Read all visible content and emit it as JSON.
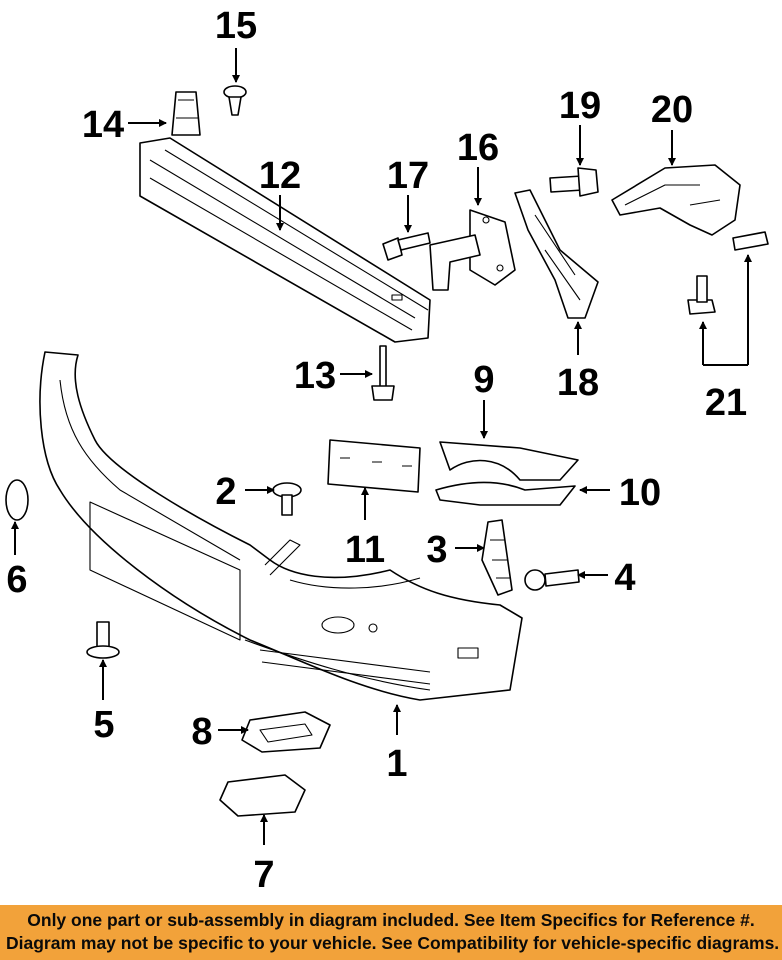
{
  "callouts": [
    "1",
    "2",
    "3",
    "4",
    "5",
    "6",
    "7",
    "8",
    "9",
    "10",
    "11",
    "12",
    "13",
    "14",
    "15",
    "16",
    "17",
    "18",
    "19",
    "20",
    "21"
  ],
  "banner": {
    "line1": "Only one part or sub-assembly in diagram included. See Item Specifics for Reference #.",
    "line2": "Diagram may not be specific to your vehicle. See Compatibility for vehicle-specific diagrams."
  },
  "colors": {
    "banner_bg": "#f2a23a",
    "ink": "#000000"
  }
}
